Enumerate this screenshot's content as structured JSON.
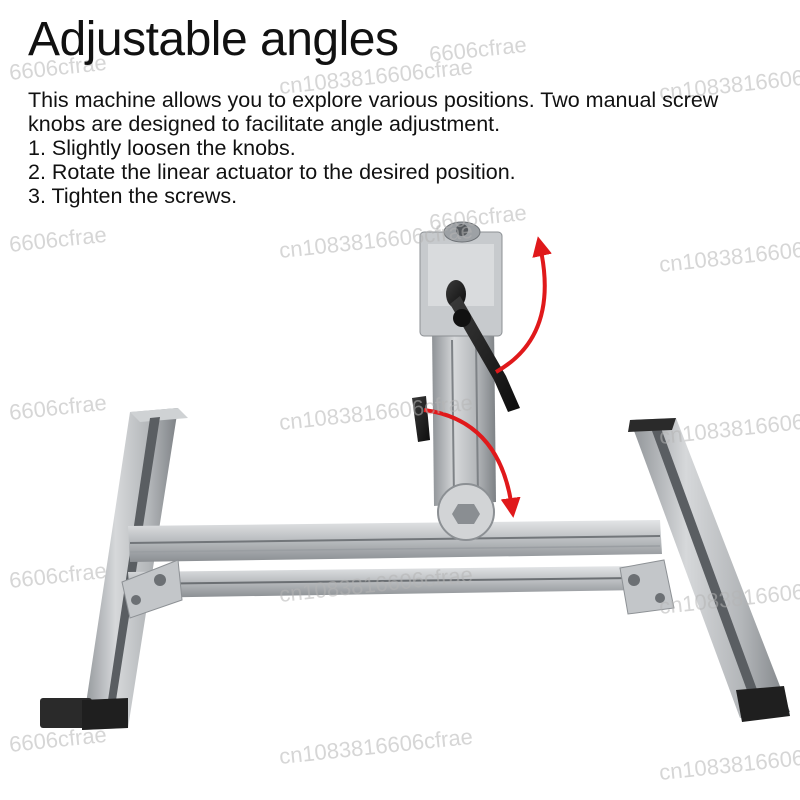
{
  "heading": "Adjustable angles",
  "description": {
    "intro": "This machine allows you to explore various positions. Two manual screw knobs are designed to facilitate angle adjustment.",
    "steps": [
      "1. Slightly loosen the knobs.",
      "2. Rotate the linear actuator to the desired position.",
      "3. Tighten the screws."
    ]
  },
  "watermarks": {
    "store_a": "6606cfrae",
    "store_b": "cn1083816606cfrae"
  },
  "colors": {
    "arrow": "#e0191b",
    "aluminum": "#b9bcbf",
    "knob": "#1a1a1a"
  }
}
